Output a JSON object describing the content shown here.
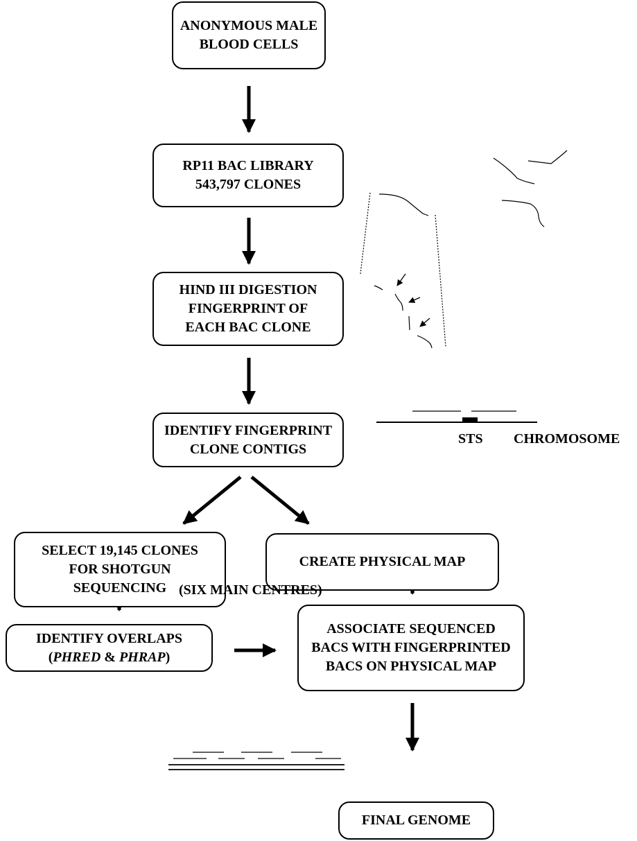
{
  "flowchart": {
    "boxes": {
      "blood_cells": [
        "ANONYMOUS MALE",
        "BLOOD CELLS"
      ],
      "bac_library": [
        "RP11 BAC LIBRARY",
        "543,797 CLONES"
      ],
      "digestion": [
        "HIND III DIGESTION",
        "FINGERPRINT OF",
        "EACH BAC CLONE"
      ],
      "contigs": [
        "IDENTIFY FINGERPRINT",
        "CLONE CONTIGS"
      ],
      "select_clones": [
        "SELECT 19,145 CLONES",
        "FOR SHOTGUN",
        "SEQUENCING"
      ],
      "physical_map": [
        "CREATE PHYSICAL MAP"
      ],
      "overlaps": {
        "line1": "IDENTIFY OVERLAPS",
        "line2_open": "(",
        "line2_tool1": "PHRED",
        "line2_amp": " & ",
        "line2_tool2": "PHRAP",
        "line2_close": ")"
      },
      "associate": [
        "ASSOCIATE SEQUENCED",
        "BACS WITH FINGERPRINTED",
        "BACS ON PHYSICAL MAP"
      ],
      "final_genome": [
        "FINAL GENOME"
      ]
    },
    "labels": {
      "sts": "STS",
      "chromosome": "CHROMOSOME",
      "centres": "(SIX MAIN CENTRES)"
    }
  }
}
